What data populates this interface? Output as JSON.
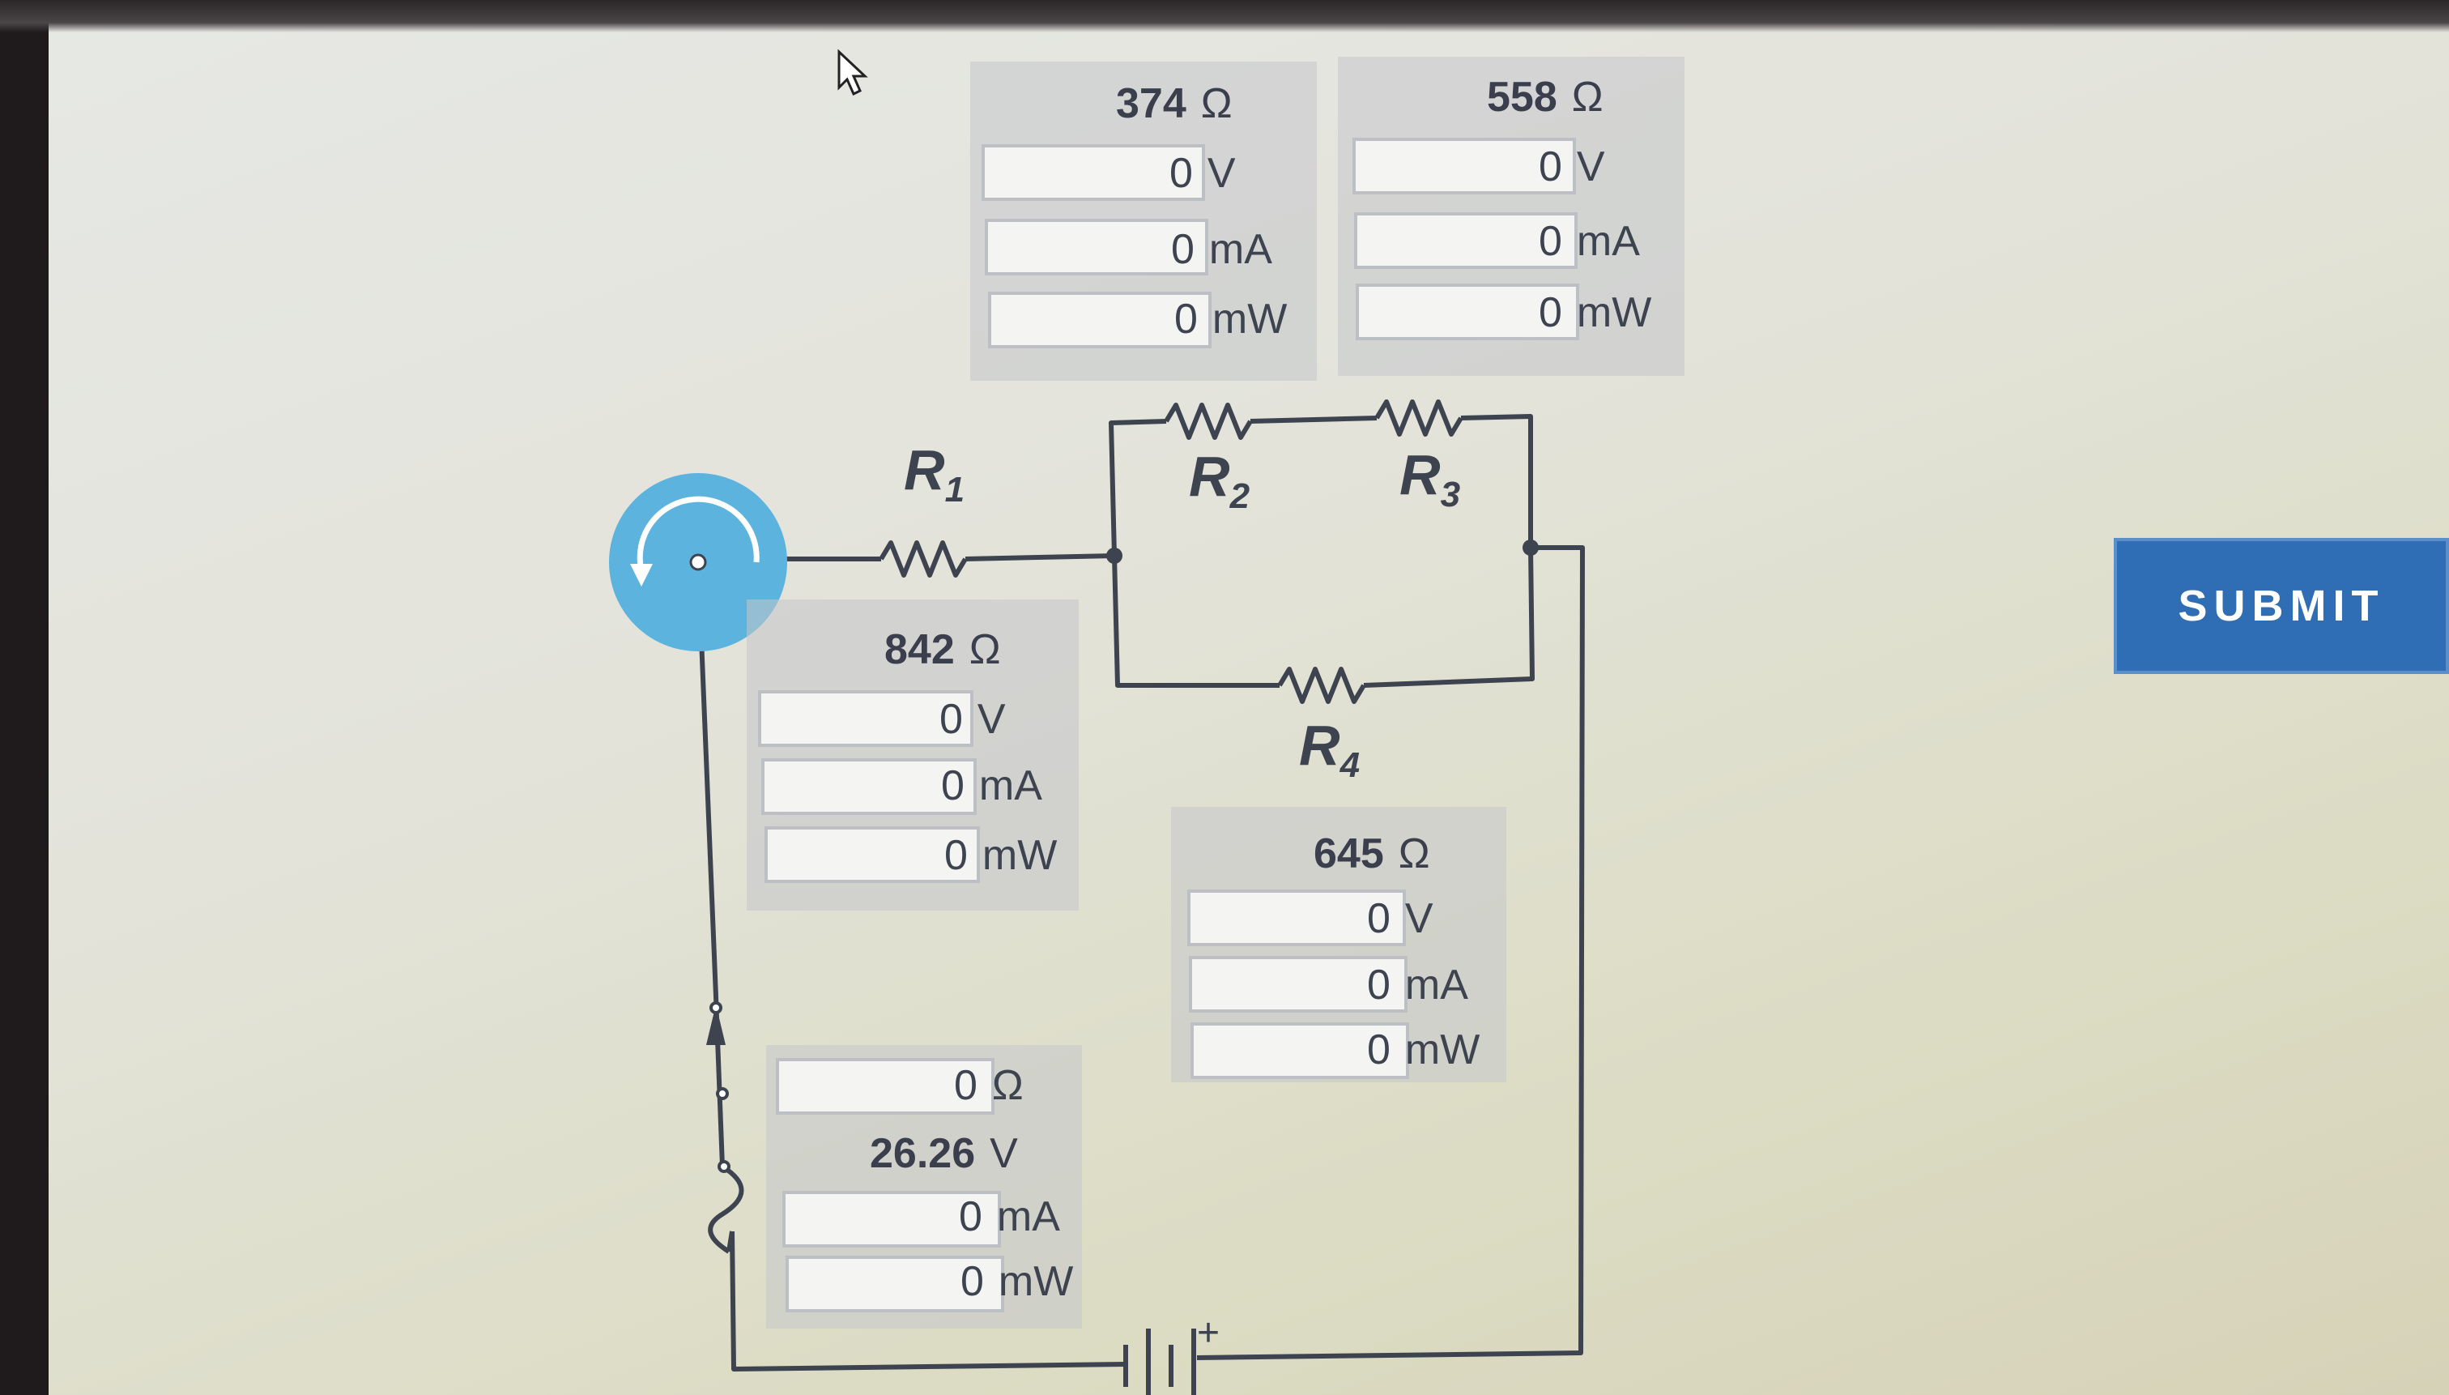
{
  "resistors": {
    "r1": {
      "label": "R",
      "sub": "1",
      "resistance": "842",
      "ohm": "Ω",
      "voltage": "0",
      "voltage_unit": "V",
      "current": "0",
      "current_unit": "mA",
      "power": "0",
      "power_unit": "mW"
    },
    "r2": {
      "label": "R",
      "sub": "2",
      "resistance": "374",
      "ohm": "Ω",
      "voltage": "0",
      "voltage_unit": "V",
      "current": "0",
      "current_unit": "mA",
      "power": "0",
      "power_unit": "mW"
    },
    "r3": {
      "label": "R",
      "sub": "3",
      "resistance": "558",
      "ohm": "Ω",
      "voltage": "0",
      "voltage_unit": "V",
      "current": "0",
      "current_unit": "mA",
      "power": "0",
      "power_unit": "mW"
    },
    "r4": {
      "label": "R",
      "sub": "4",
      "resistance": "645",
      "ohm": "Ω",
      "voltage": "0",
      "voltage_unit": "V",
      "current": "0",
      "current_unit": "mA",
      "power": "0",
      "power_unit": "mW"
    }
  },
  "source": {
    "resistance": "0",
    "ohm": "Ω",
    "voltage": "26.26",
    "voltage_unit": "V",
    "current": "0",
    "current_unit": "mA",
    "power": "0",
    "power_unit": "mW"
  },
  "battery_plus": "+",
  "submit_label": "SUBMIT",
  "icons": {
    "rotate": "rotate-icon",
    "cursor": "mouse-pointer-icon"
  },
  "colors": {
    "submit": "#2f6db4",
    "knob": "#5cb4de",
    "wire": "#3e4350"
  }
}
